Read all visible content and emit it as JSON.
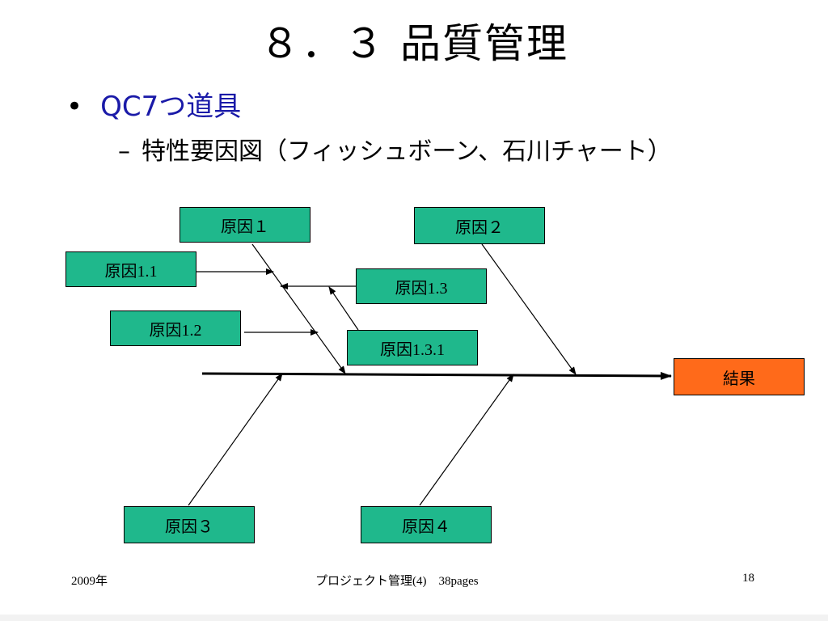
{
  "slide": {
    "title": "８．３ 品質管理",
    "bullet": "QC7つ道具",
    "sub_bullet_dash": "–",
    "sub_bullet": "特性要因図（フィッシュボーン、石川チャート）"
  },
  "diagram": {
    "cause1": "原因１",
    "cause2": "原因２",
    "cause3": "原因３",
    "cause4": "原因４",
    "cause1_1": "原因1.1",
    "cause1_2": "原因1.2",
    "cause1_3": "原因1.3",
    "cause1_3_1": "原因1.3.1",
    "effect": "結果"
  },
  "colors": {
    "cause_fill": "#1fb88c",
    "effect_fill": "#ff6a1a",
    "bullet_text": "#1a1aa8"
  },
  "footer": {
    "left": "2009年",
    "center": "プロジェクト管理(4)　38pages",
    "page_number": "18"
  }
}
